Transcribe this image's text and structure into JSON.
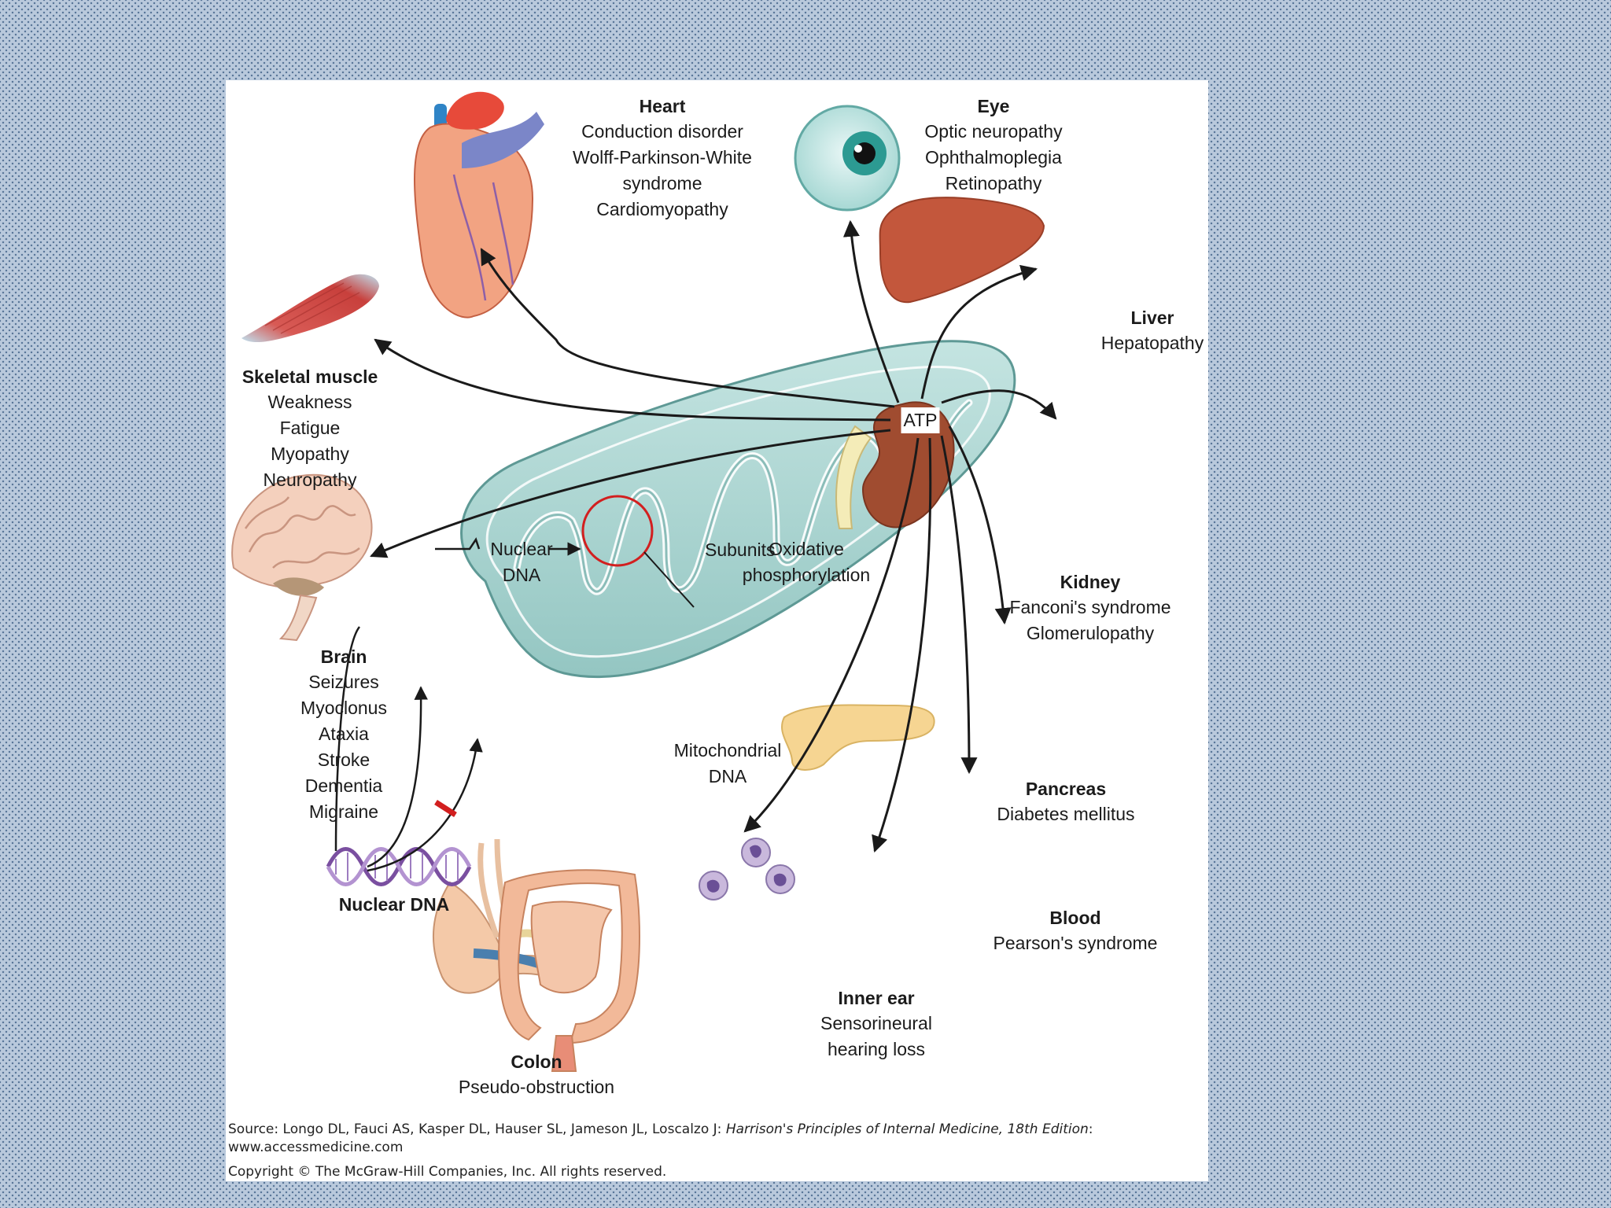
{
  "organs": {
    "heart": {
      "title": "Heart",
      "lines": [
        "Conduction disorder",
        "Wolff-Parkinson-White",
        "syndrome",
        "Cardiomyopathy"
      ]
    },
    "eye": {
      "title": "Eye",
      "lines": [
        "Optic neuropathy",
        "Ophthalmoplegia",
        "Retinopathy"
      ]
    },
    "liver": {
      "title": "Liver",
      "lines": [
        "Hepatopathy"
      ]
    },
    "skeletal_muscle": {
      "title": "Skeletal muscle",
      "lines": [
        "Weakness",
        "Fatigue",
        "Myopathy",
        "Neuropathy"
      ]
    },
    "kidney": {
      "title": "Kidney",
      "lines": [
        "Fanconi's syndrome",
        "Glomerulopathy"
      ]
    },
    "brain": {
      "title": "Brain",
      "lines": [
        "Seizures",
        "Myoclonus",
        "Ataxia",
        "Stroke",
        "Dementia",
        "Migraine"
      ]
    },
    "pancreas": {
      "title": "Pancreas",
      "lines": [
        "Diabetes mellitus"
      ]
    },
    "blood": {
      "title": "Blood",
      "lines": [
        "Pearson's syndrome"
      ]
    },
    "inner_ear": {
      "title": "Inner ear",
      "lines": [
        "Sensorineural",
        "hearing loss"
      ]
    },
    "colon": {
      "title": "Colon",
      "lines": [
        "Pseudo-obstruction"
      ]
    }
  },
  "mito": {
    "atp": "ATP",
    "nuclear_dna": [
      "Nuclear",
      "DNA"
    ],
    "subunits": "Subunits",
    "oxidative": [
      "Oxidative",
      "phosphorylation"
    ],
    "mitochondrial_dna": [
      "Mitochondrial",
      "DNA"
    ]
  },
  "nuclear_dna_label": "Nuclear DNA",
  "source": {
    "prefix": "Source: Longo DL, Fauci AS, Kasper DL, Hauser SL, Jameson JL, Loscalzo J: ",
    "book_title": "Harrison's Principles of Internal Medicine, 18th Edition",
    "suffix": ": www.accessmedicine.com"
  },
  "copyright": "Copyright © The McGraw-Hill Companies, Inc. All rights reserved.",
  "colors": {
    "mitochondrion": "#a9d3cf",
    "mito_outline": "#5e9995",
    "arrow": "#1a1a1a",
    "mtdna_circle": "#d21f1f",
    "dna_helix": "#7a4fa0"
  }
}
